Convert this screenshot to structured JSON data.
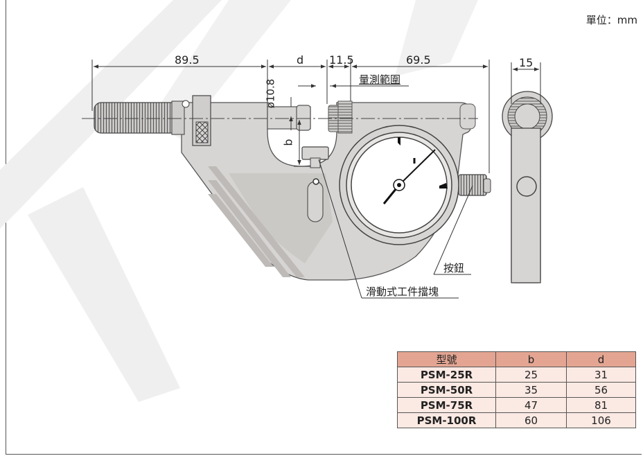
{
  "unit_label": "單位：mm",
  "dimensions": {
    "d1": "89.5",
    "d2": "d",
    "d3": "11.5",
    "d4": "69.5",
    "d5": "15",
    "dia": "ø10.8",
    "b": "b"
  },
  "callouts": {
    "range": "量測範圍",
    "button": "按鈕",
    "anvil": "滑動式工件擋塊"
  },
  "table": {
    "headers": [
      "型號",
      "b",
      "d"
    ],
    "rows": [
      {
        "model": "PSM-25R",
        "b": "25",
        "d": "31"
      },
      {
        "model": "PSM-50R",
        "b": "35",
        "d": "56"
      },
      {
        "model": "PSM-75R",
        "b": "47",
        "d": "81"
      },
      {
        "model": "PSM-100R",
        "b": "60",
        "d": "106"
      }
    ]
  },
  "colors": {
    "body": "#d7d5d3",
    "body_dark": "#b9b6b3",
    "watermark": "#ececec",
    "table_header": "#e3a592",
    "table_cell": "#fbe9e3"
  }
}
